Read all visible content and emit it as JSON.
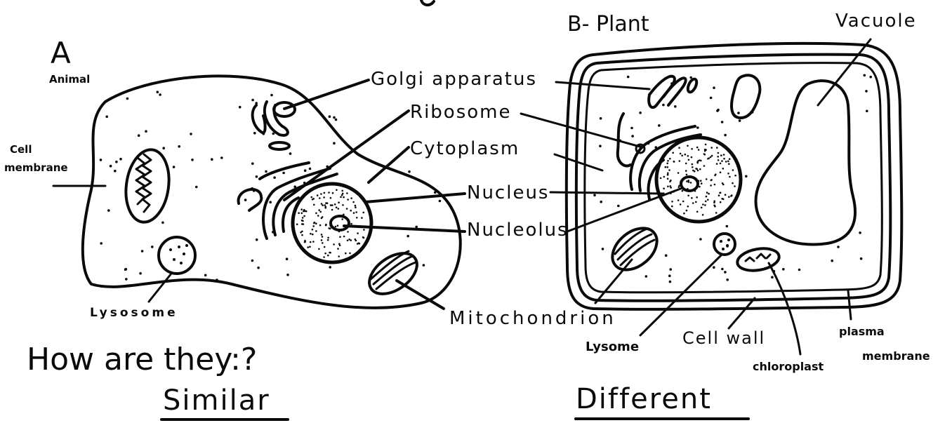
{
  "animal_cell": {
    "letter": "A",
    "subtitle": "Animal",
    "labels": {
      "cell_membrane_line1": "Cell",
      "cell_membrane_line2": "membrane",
      "lysosome": "Lysosome"
    }
  },
  "plant_cell": {
    "title": "B- Plant",
    "labels": {
      "vacuole": "Vacuole",
      "lysome": "Lysome",
      "cell_wall": "Cell wall",
      "chloroplast": "chloroplast",
      "plasma_membrane_line1": "plasma",
      "plasma_membrane_line2": "membrane"
    }
  },
  "shared_labels": {
    "golgi": "Golgi apparatus",
    "ribosome": "Ribosome",
    "cytoplasm": "Cytoplasm",
    "nucleus": "Nucleus",
    "nucleolus": "Nucleolus",
    "mitochondrion": "Mitochondrion"
  },
  "footer": {
    "question": "How are they:?",
    "similar": "Similar",
    "different": "Different"
  }
}
